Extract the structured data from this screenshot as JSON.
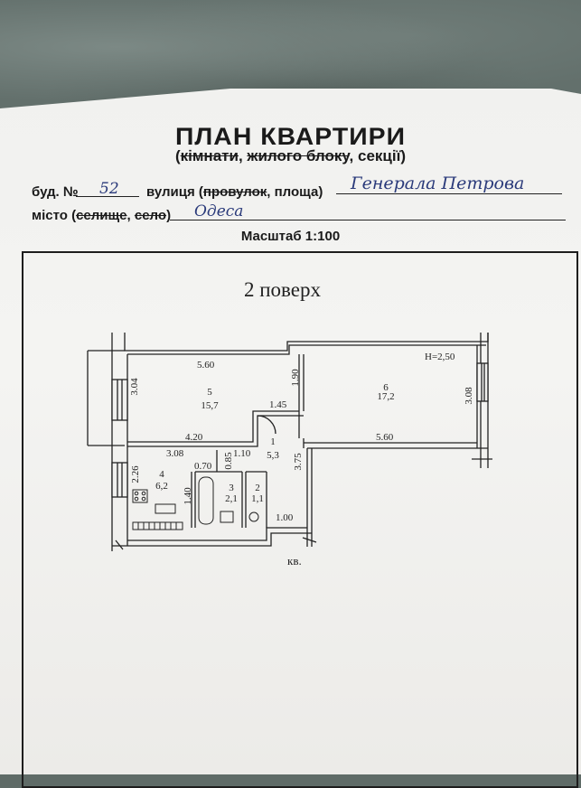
{
  "document": {
    "title": "ПЛАН КВАРТИРИ",
    "subtitle": {
      "open": "(",
      "struck_1": "кімнати",
      "sep_1": ", ",
      "struck_2": "жилого блоку",
      "sep_2": ", секції)"
    },
    "building": {
      "label": "буд. №",
      "number": "52",
      "street_label": "вулиця (",
      "street_struck": "провулок",
      "street_label_end": ", площа)",
      "street_value": "Генерала Петрова"
    },
    "city": {
      "label_start": "місто (",
      "struck_1": "селище",
      "sep": ", ",
      "struck_2": "село",
      "label_end": ")",
      "value": "Одеса"
    },
    "scale": "Масштаб 1:100",
    "floor": "2 поверх",
    "apartment_mark": "кв."
  },
  "plan": {
    "height_note": "Н=2,50",
    "rooms": [
      {
        "number": "5",
        "area": "15,7"
      },
      {
        "number": "6",
        "area": "17,2"
      },
      {
        "number": "1",
        "area": "5,3"
      },
      {
        "number": "4",
        "area": "6,2"
      },
      {
        "number": "3",
        "area": "2,1"
      },
      {
        "number": "2",
        "area": "1,1"
      }
    ],
    "dimensions": {
      "room5_width": "5.60",
      "room5_depth": "3.04",
      "room5_inner": "1.90",
      "hall_width": "1.45",
      "room5_bottom": "4.20",
      "room6_width": "5.60",
      "room6_depth": "3.08",
      "kitchen_width": "3.08",
      "hall_lower": "1.10",
      "kitchen_depth": "2.26",
      "bath_width": "0.70",
      "bath_depth": "0.85",
      "kitchen_nook": "1.40",
      "hall_depth": "3.75",
      "entry_width": "1.00"
    }
  }
}
